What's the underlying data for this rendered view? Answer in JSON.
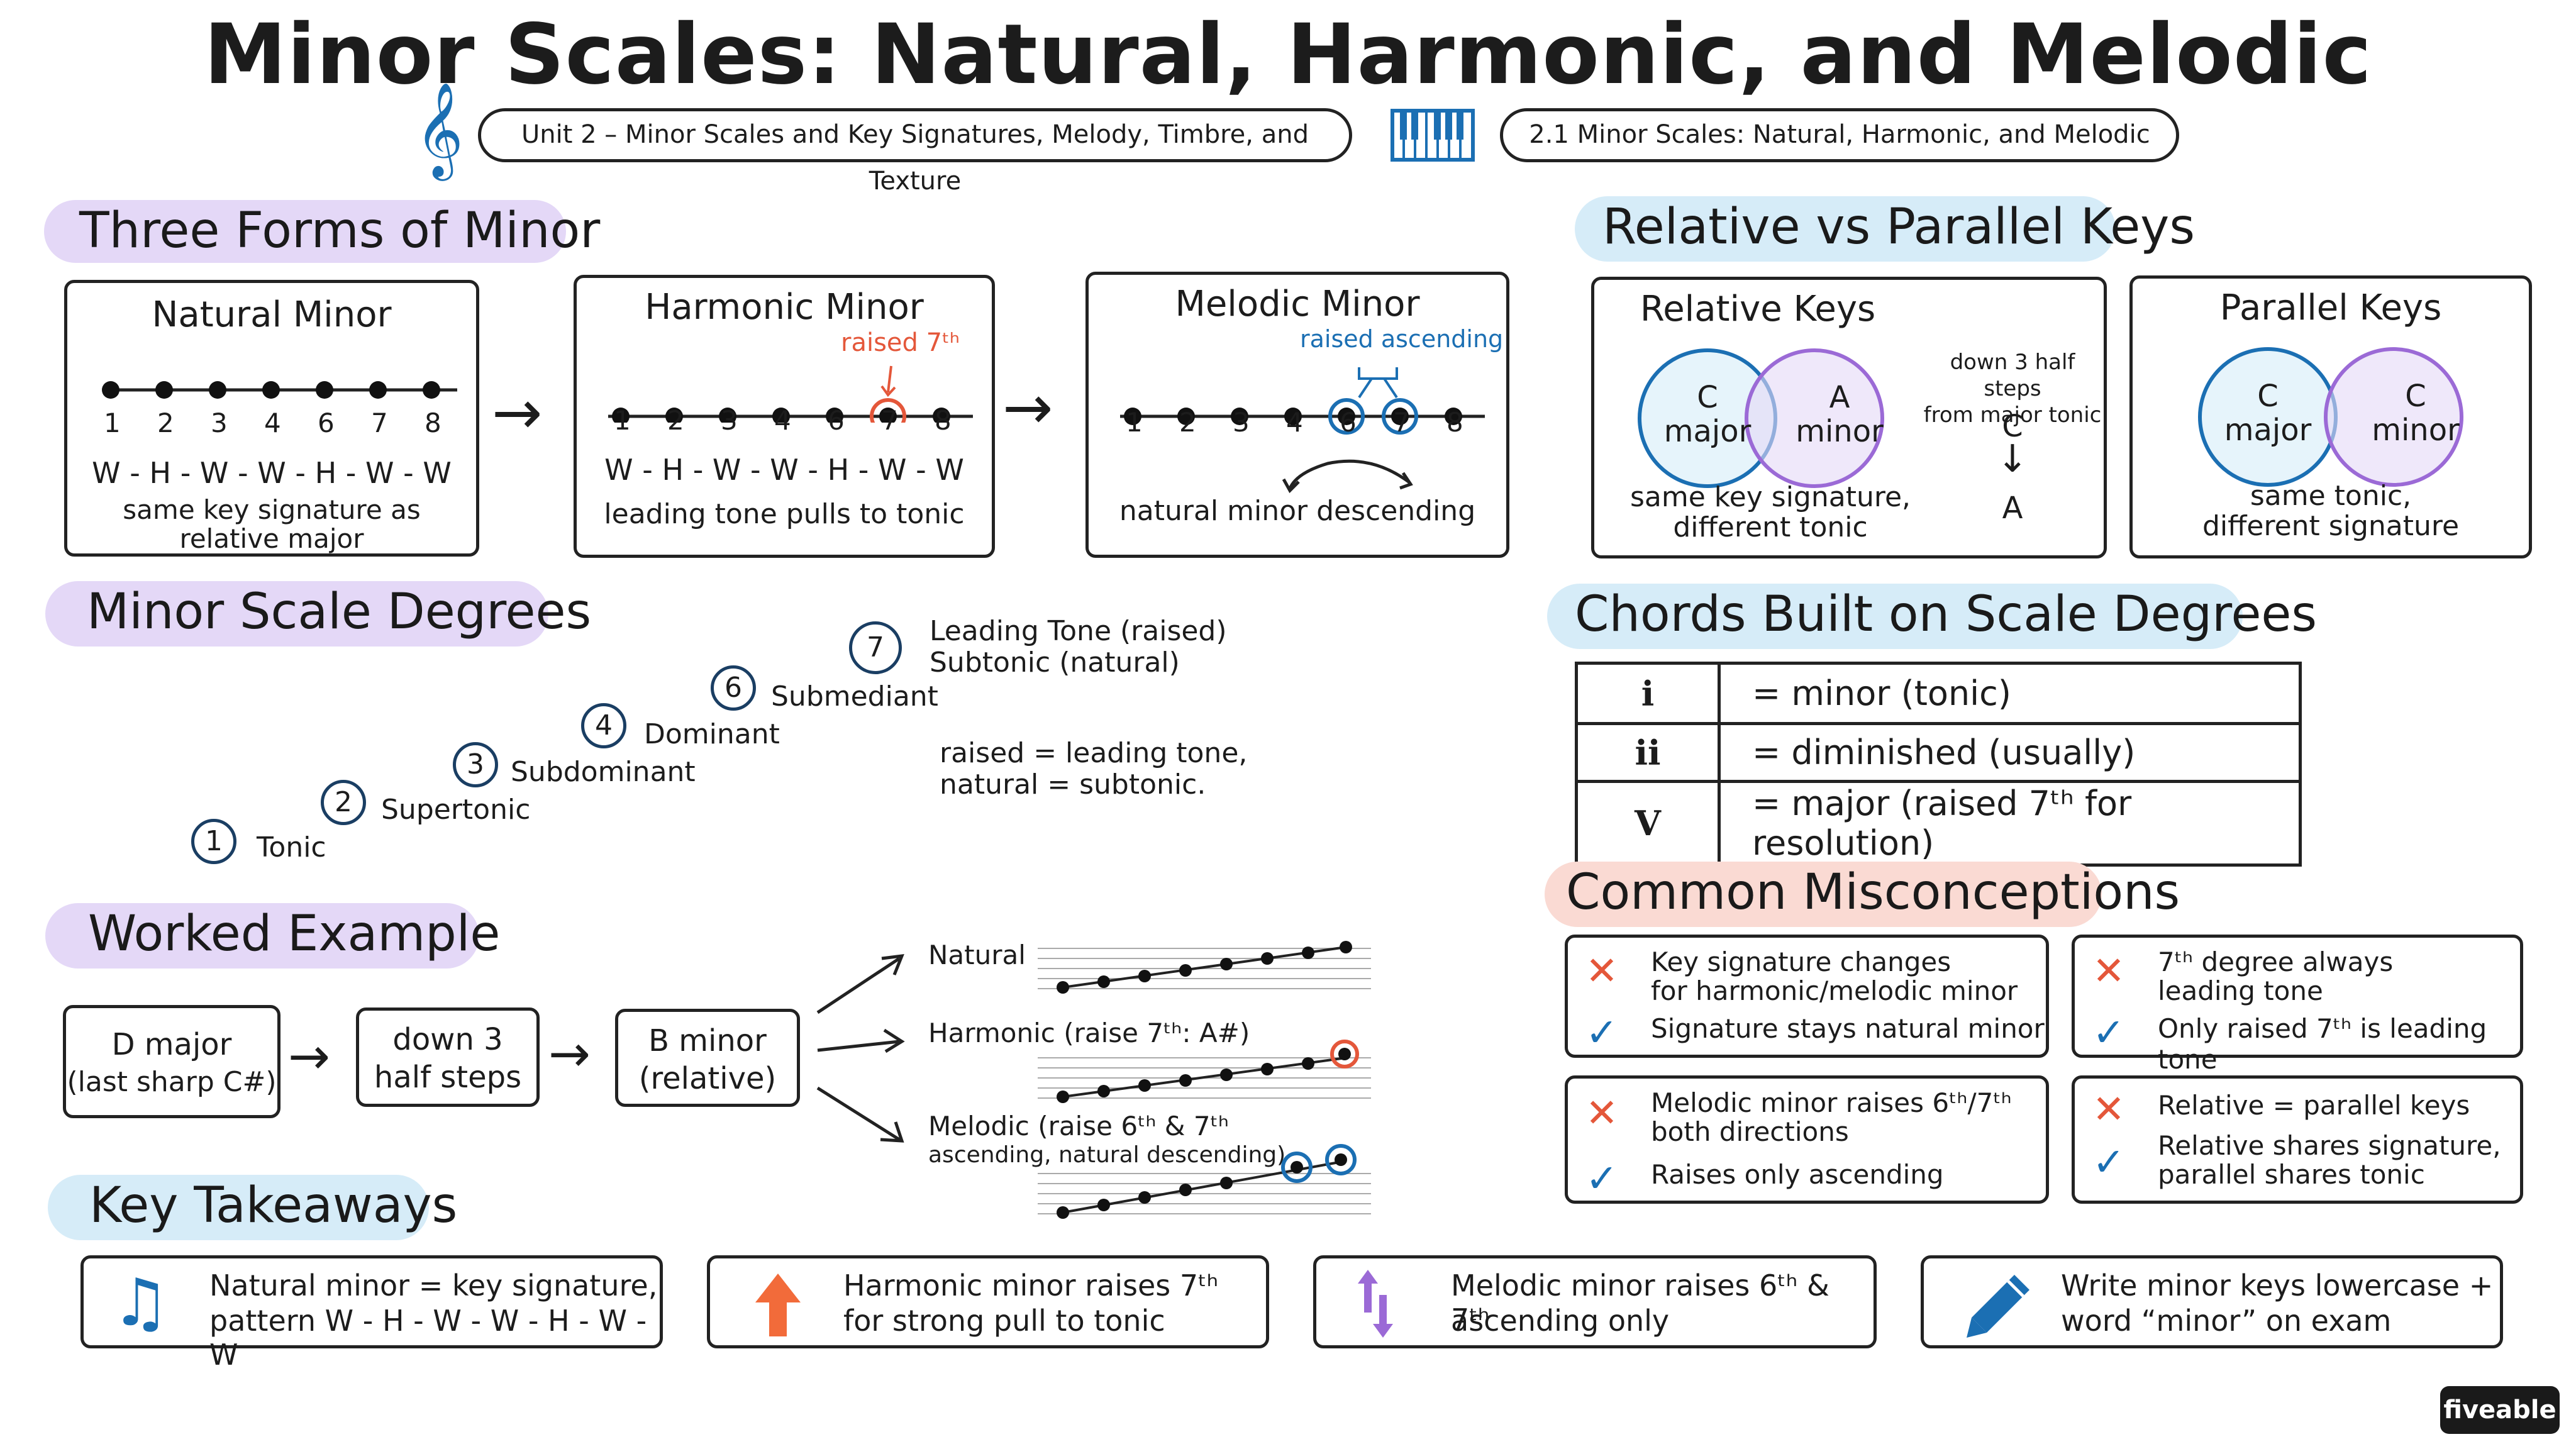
{
  "header": {
    "title": "Minor Scales: Natural, Harmonic, and Melodic",
    "unit_pill": "Unit 2 – Minor Scales and Key Signatures, Melody, Timbre, and Texture",
    "topic_pill": "2.1 Minor Scales: Natural, Harmonic, and Melodic",
    "treble_clef_icon": "treble-clef-icon",
    "piano_icon": "piano-keys-icon"
  },
  "three_forms": {
    "heading": "Three Forms of Minor",
    "natural": {
      "title": "Natural Minor",
      "degrees": [
        "1",
        "2",
        "3",
        "4",
        "6",
        "7",
        "8"
      ],
      "pattern": "W - H - W - W - H - W - W",
      "note_line1": "same key signature as",
      "note_line2": "relative major"
    },
    "harmonic": {
      "title": "Harmonic Minor",
      "degrees": [
        "1",
        "2",
        "3",
        "4",
        "6",
        "7",
        "8"
      ],
      "raised_label": "raised 7ᵗʰ",
      "pattern": "W - H - W - W - H - W - W",
      "note": "leading tone pulls to tonic"
    },
    "melodic": {
      "title": "Melodic Minor",
      "degrees": [
        "1",
        "2",
        "3",
        "4",
        "6",
        "7",
        "8"
      ],
      "raised_label": "raised ascending",
      "note": "natural minor descending"
    }
  },
  "relative_parallel": {
    "heading": "Relative vs Parallel Keys",
    "relative": {
      "title": "Relative Keys",
      "circle_a": [
        "C",
        "major"
      ],
      "circle_b": [
        "A",
        "minor"
      ],
      "side_line1": "down 3 half steps",
      "side_line2": "from major tonic",
      "from_note": "C",
      "to_note": "A",
      "caption_line1": "same key signature,",
      "caption_line2": "different tonic"
    },
    "parallel": {
      "title": "Parallel Keys",
      "circle_a": [
        "C",
        "major"
      ],
      "circle_b": [
        "C",
        "minor"
      ],
      "caption_line1": "same tonic,",
      "caption_line2": "different signature"
    }
  },
  "degrees": {
    "heading": "Minor Scale Degrees",
    "items": [
      {
        "num": "1",
        "name": "Tonic"
      },
      {
        "num": "2",
        "name": "Supertonic"
      },
      {
        "num": "3",
        "name": "Subdominant"
      },
      {
        "num": "4",
        "name": "Dominant"
      },
      {
        "num": "6",
        "name": "Submediant"
      },
      {
        "num": "7",
        "name_line1": "Leading Tone (raised)",
        "name_line2": "Subtonic (natural)"
      }
    ],
    "note_line1": "raised = leading tone,",
    "note_line2": "natural = subtonic."
  },
  "chords": {
    "heading": "Chords Built on Scale Degrees",
    "rows": [
      {
        "numeral": "i",
        "meaning": "= minor (tonic)"
      },
      {
        "numeral": "ii",
        "meaning": "= diminished (usually)"
      },
      {
        "numeral": "V",
        "meaning": "= major (raised 7ᵗʰ for resolution)"
      }
    ]
  },
  "worked_example": {
    "heading": "Worked Example",
    "steps": [
      {
        "line1": "D major",
        "line2": "(last sharp C#)"
      },
      {
        "line1": "down 3",
        "line2": "half steps"
      },
      {
        "line1": "B minor",
        "line2": "(relative)"
      }
    ],
    "natural_label": "Natural",
    "harmonic_label": "Harmonic (raise 7ᵗʰ: A#)",
    "melodic_line1": "Melodic (raise 6ᵗʰ & 7ᵗʰ",
    "melodic_line2": "ascending, natural descending)"
  },
  "misconceptions": {
    "heading": "Common Misconceptions",
    "cards": [
      {
        "wrong_line1": "Key signature changes",
        "wrong_line2": "for harmonic/melodic minor",
        "right_line1": "Signature stays natural minor",
        "right_line2": ""
      },
      {
        "wrong_line1": "7ᵗʰ degree always",
        "wrong_line2": "leading tone",
        "right_line1": "Only raised 7ᵗʰ is leading tone",
        "right_line2": ""
      },
      {
        "wrong_line1": "Melodic minor raises 6ᵗʰ/7ᵗʰ",
        "wrong_line2": "both directions",
        "right_line1": "Raises only ascending",
        "right_line2": ""
      },
      {
        "wrong_line1": "Relative = parallel keys",
        "wrong_line2": "",
        "right_line1": "Relative shares signature,",
        "right_line2": "parallel shares tonic"
      }
    ]
  },
  "takeaways": {
    "heading": "Key Takeaways",
    "items": [
      {
        "icon": "music-note-icon",
        "line1": "Natural minor = key signature,",
        "line2": "pattern W - H - W - W - H - W - W"
      },
      {
        "icon": "arrow-up-icon",
        "line1": "Harmonic minor raises 7ᵗʰ",
        "line2": "for strong pull to tonic"
      },
      {
        "icon": "up-down-arrow-icon",
        "line1": "Melodic minor raises 6ᵗʰ & 7ᵗʰ",
        "line2": "ascending only"
      },
      {
        "icon": "pencil-icon",
        "line1": "Write minor keys lowercase +",
        "line2": "word “minor” on exam"
      }
    ]
  },
  "brand": {
    "logo": "fiveable"
  },
  "colors": {
    "accent_blue": "#1b6fb3",
    "accent_red": "#e4573a",
    "purple": "#9b6ad6",
    "ink": "#1c1c1c"
  }
}
